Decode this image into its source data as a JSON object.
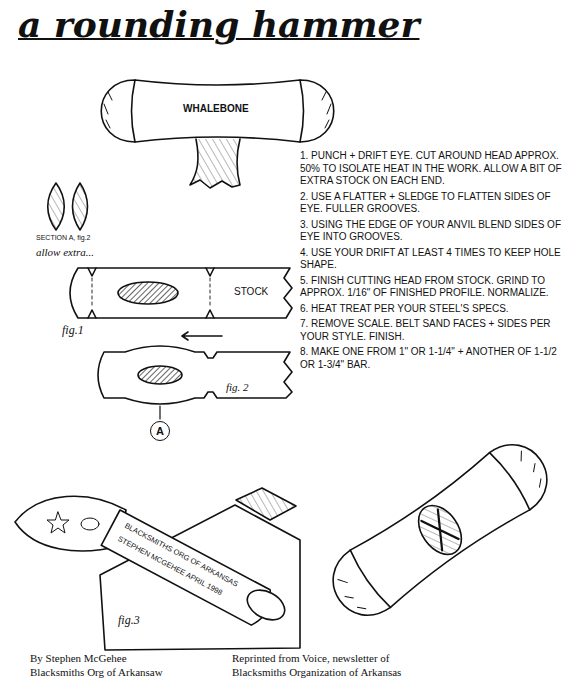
{
  "diagram": {
    "title": "a rounding hammer",
    "nodes": [
      {
        "text": [
          "A"
        ]
      }
    ],
    "labels": [
      "WHALEBONE",
      "SECTION A, fig.2",
      "allow extra...",
      "fig.1",
      "STOCK",
      "fig. 2",
      "1. PUNCH + DRIFT EYE. CUT AROUND HEAD APPROX. 50% TO ISOLATE HEAT IN THE WORK. ALLOW A BIT OF EXTRA STOCK ON EACH END.",
      "2. USE A FLATTER + SLEDGE TO FLATTEN SIDES OF EYE. FULLER GROOVES.",
      "3. USING THE EDGE OF YOUR ANVIL BLEND SIDES OF EYE INTO GROOVES.",
      "4. USE YOUR DRIFT AT LEAST 4 TIMES TO KEEP HOLE SHAPE.",
      "5. FINISH CUTTING HEAD FROM STOCK. GRIND TO APPROX. 1/16\" OF FINISHED PROFILE. NORMALIZE.",
      "6. HEAT TREAT PER YOUR STEEL'S SPECS.",
      "7. REMOVE SCALE. BELT SAND FACES + SIDES PER YOUR STYLE. FINISH.",
      "8. MAKE ONE FROM 1\" OR 1-1/4\" + ANOTHER OF 1-1/2 OR 1-3/4\" BAR.",
      "fig.3",
      "BLACKSMITHS ORG OF ARKANSAS",
      "STEPHEN MCGEHEE APRIL 1998",
      "By Stephen McGehee",
      "Blacksmiths Org of Arkansaw",
      "Reprinted from Voice, newsletter of",
      "Blacksmiths Organization of Arkansas"
    ]
  }
}
